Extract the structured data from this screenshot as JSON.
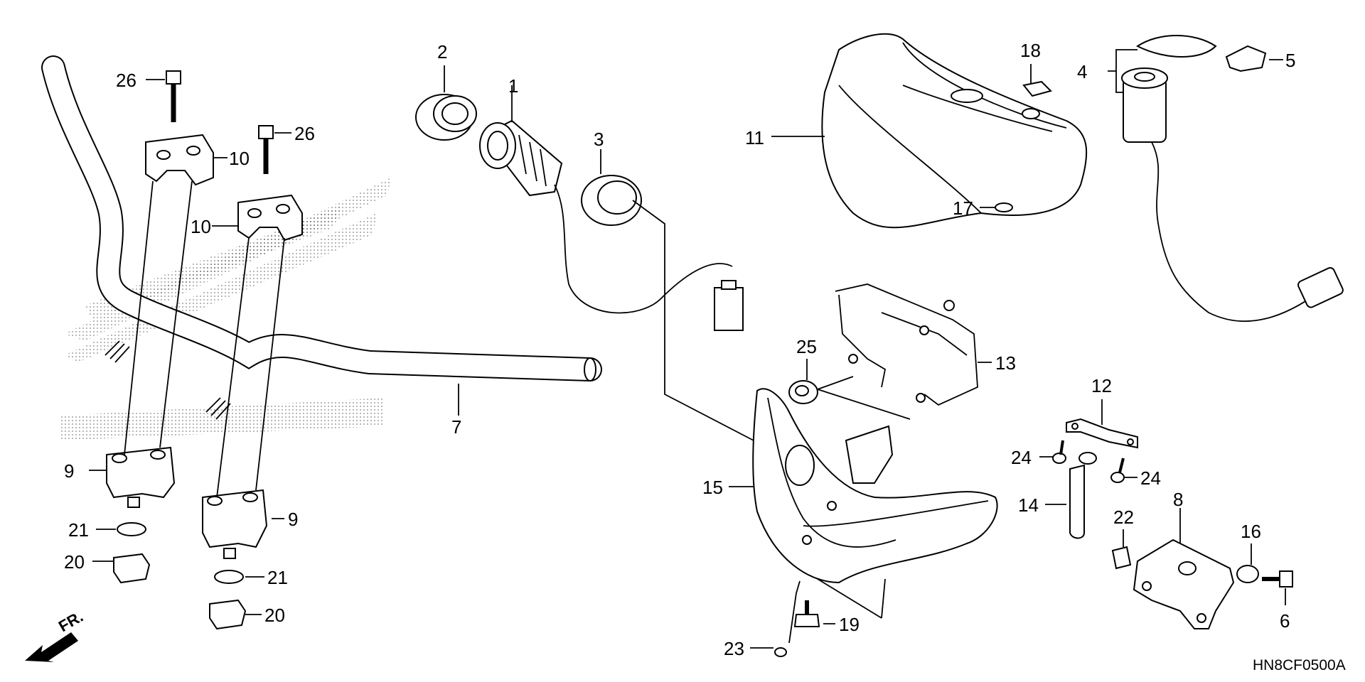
{
  "callouts": {
    "c1": "1",
    "c2": "2",
    "c3": "3",
    "c4": "4",
    "c5": "5",
    "c6": "6",
    "c7": "7",
    "c8": "8",
    "c9a": "9",
    "c9b": "9",
    "c10a": "10",
    "c10b": "10",
    "c11": "11",
    "c12": "12",
    "c13": "13",
    "c14": "14",
    "c15": "15",
    "c16": "16",
    "c17": "17",
    "c18": "18",
    "c19": "19",
    "c20a": "20",
    "c20b": "20",
    "c21a": "21",
    "c21b": "21",
    "c22": "22",
    "c23": "23",
    "c24a": "24",
    "c24b": "24",
    "c25": "25",
    "c26a": "26",
    "c26b": "26"
  },
  "front_label": "FR.",
  "diagram_code": "HN8CF0500A"
}
